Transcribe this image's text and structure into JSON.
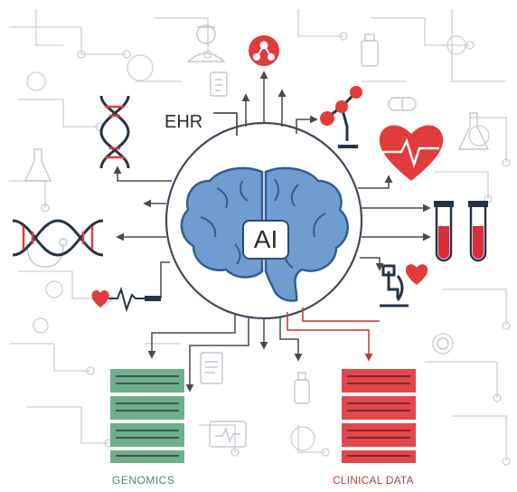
{
  "labels": {
    "ehr": "EHR",
    "ai": "AI",
    "genomics": "GENOMICS",
    "clinical": "CLINICAL DATA"
  },
  "colors": {
    "line": "#4a4a4a",
    "faint": "#c9ced6",
    "brain": "#5f8fc4",
    "brain_dark": "#2f5e94",
    "red": "#e23b3b",
    "green": "#4f9a72",
    "navy": "#243447"
  },
  "icons": [
    "dna-icon",
    "heart-ecg-icon",
    "test-tubes-icon",
    "microscope-heart-icon",
    "molecule-icon",
    "network-node-icon",
    "heartbeat-icon",
    "genomics-database-icon",
    "clinical-database-icon",
    "brain-icon",
    "doctor-icon",
    "tablet-icon",
    "stethoscope-icon",
    "bottle-icon",
    "flask-icon",
    "pill-icon"
  ]
}
